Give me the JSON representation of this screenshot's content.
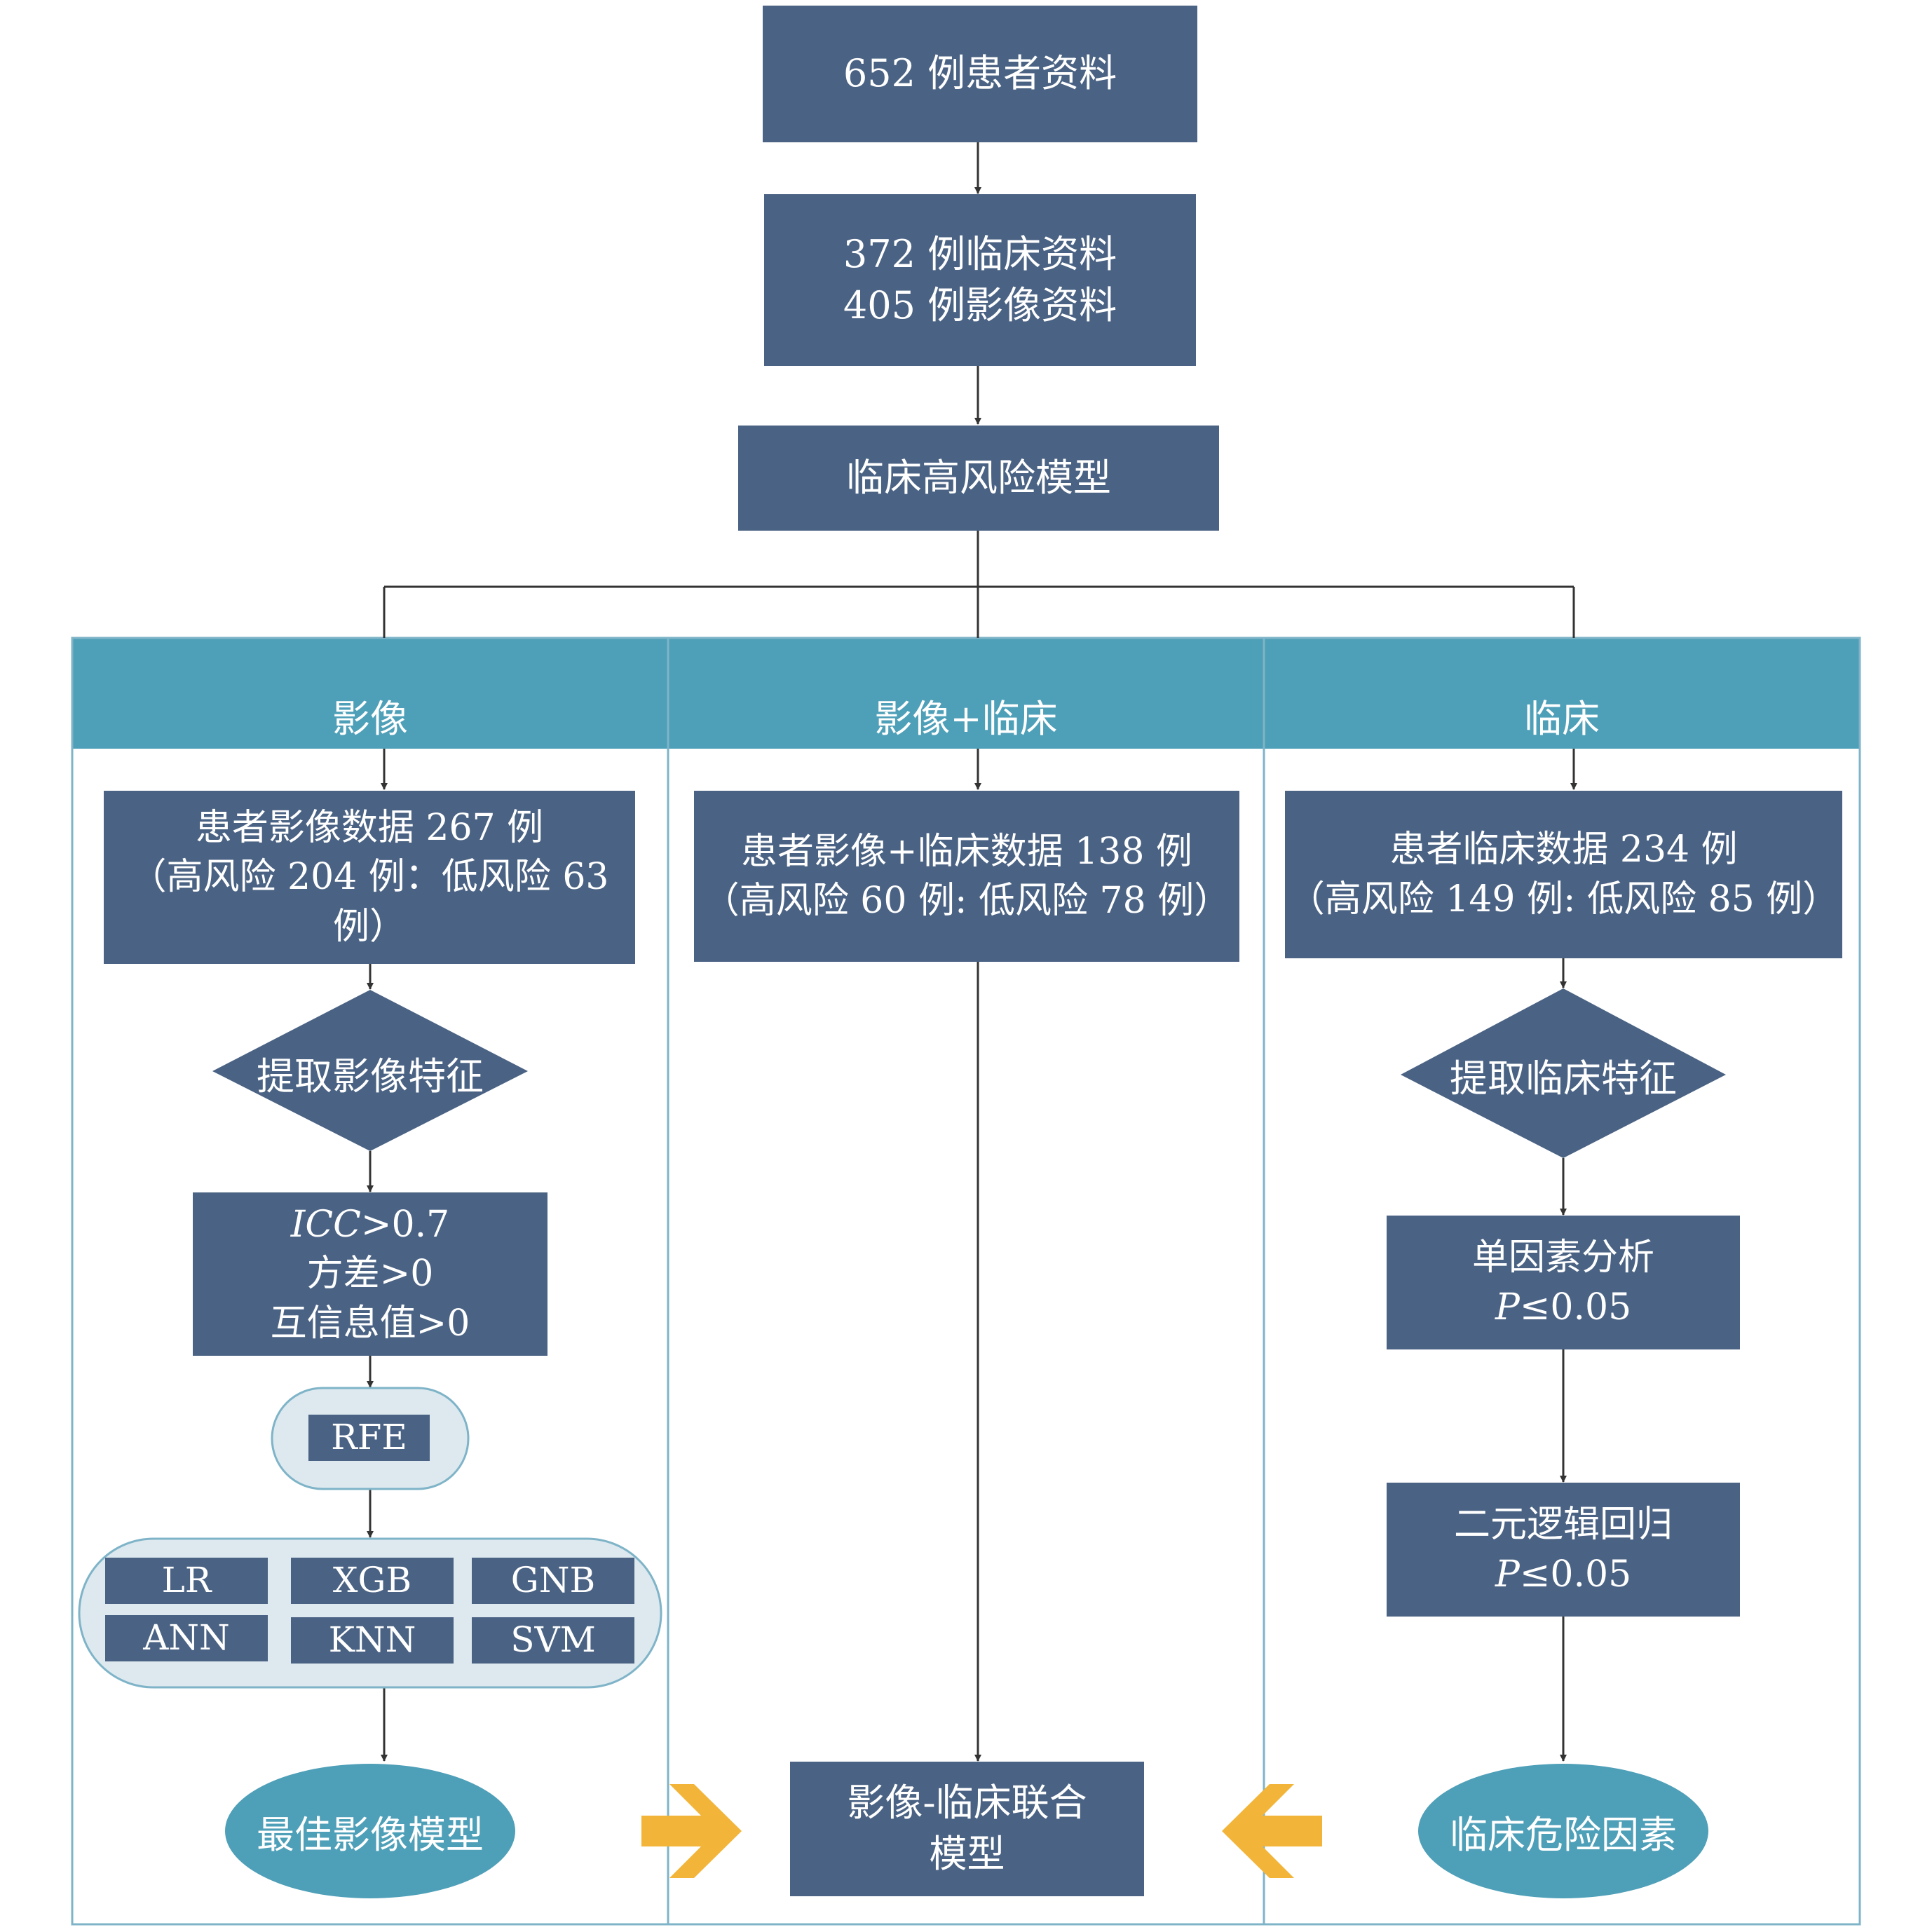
{
  "top": {
    "patients": "652 例患者资料",
    "data_line1": "372 例临床资料",
    "data_line2": "405 例影像资料",
    "model": "临床高风险模型"
  },
  "columns": {
    "imaging": {
      "header": "影像",
      "data_line1": "患者影像数据 267 例",
      "data_line2": "（高风险 204 例：低风险 63 例）",
      "extract": "提取影像特征",
      "filter_icc_var": "ICC",
      "filter_icc_rest": ">0.7",
      "filter_variance": "方差>0",
      "filter_mi": "互信息值>0",
      "rfe": "RFE",
      "classifiers": [
        "LR",
        "XGB",
        "GNB",
        "ANN",
        "KNN",
        "SVM"
      ],
      "best": "最佳影像模型"
    },
    "combined": {
      "header": "影像+临床",
      "data_line1": "患者影像+临床数据 138 例",
      "data_line2": "（高风险 60 例: 低风险 78 例）",
      "result_line1": "影像-临床联合",
      "result_line2": "模型"
    },
    "clinical": {
      "header": "临床",
      "data_line1": "患者临床数据 234 例",
      "data_line2": "（高风险 149 例: 低风险 85 例）",
      "extract": "提取临床特征",
      "univariate": "单因素分析",
      "p_var": "P",
      "p_rest": "≤0.05",
      "logistic": "二元逻辑回归",
      "risk": "临床危险因素"
    }
  },
  "colors": {
    "box": "#4a6283",
    "header": "#4e9fb8",
    "oval": "#4e9fb8",
    "pill": "#dde9ef",
    "arrow": "#f2b53a",
    "line": "#333333"
  }
}
